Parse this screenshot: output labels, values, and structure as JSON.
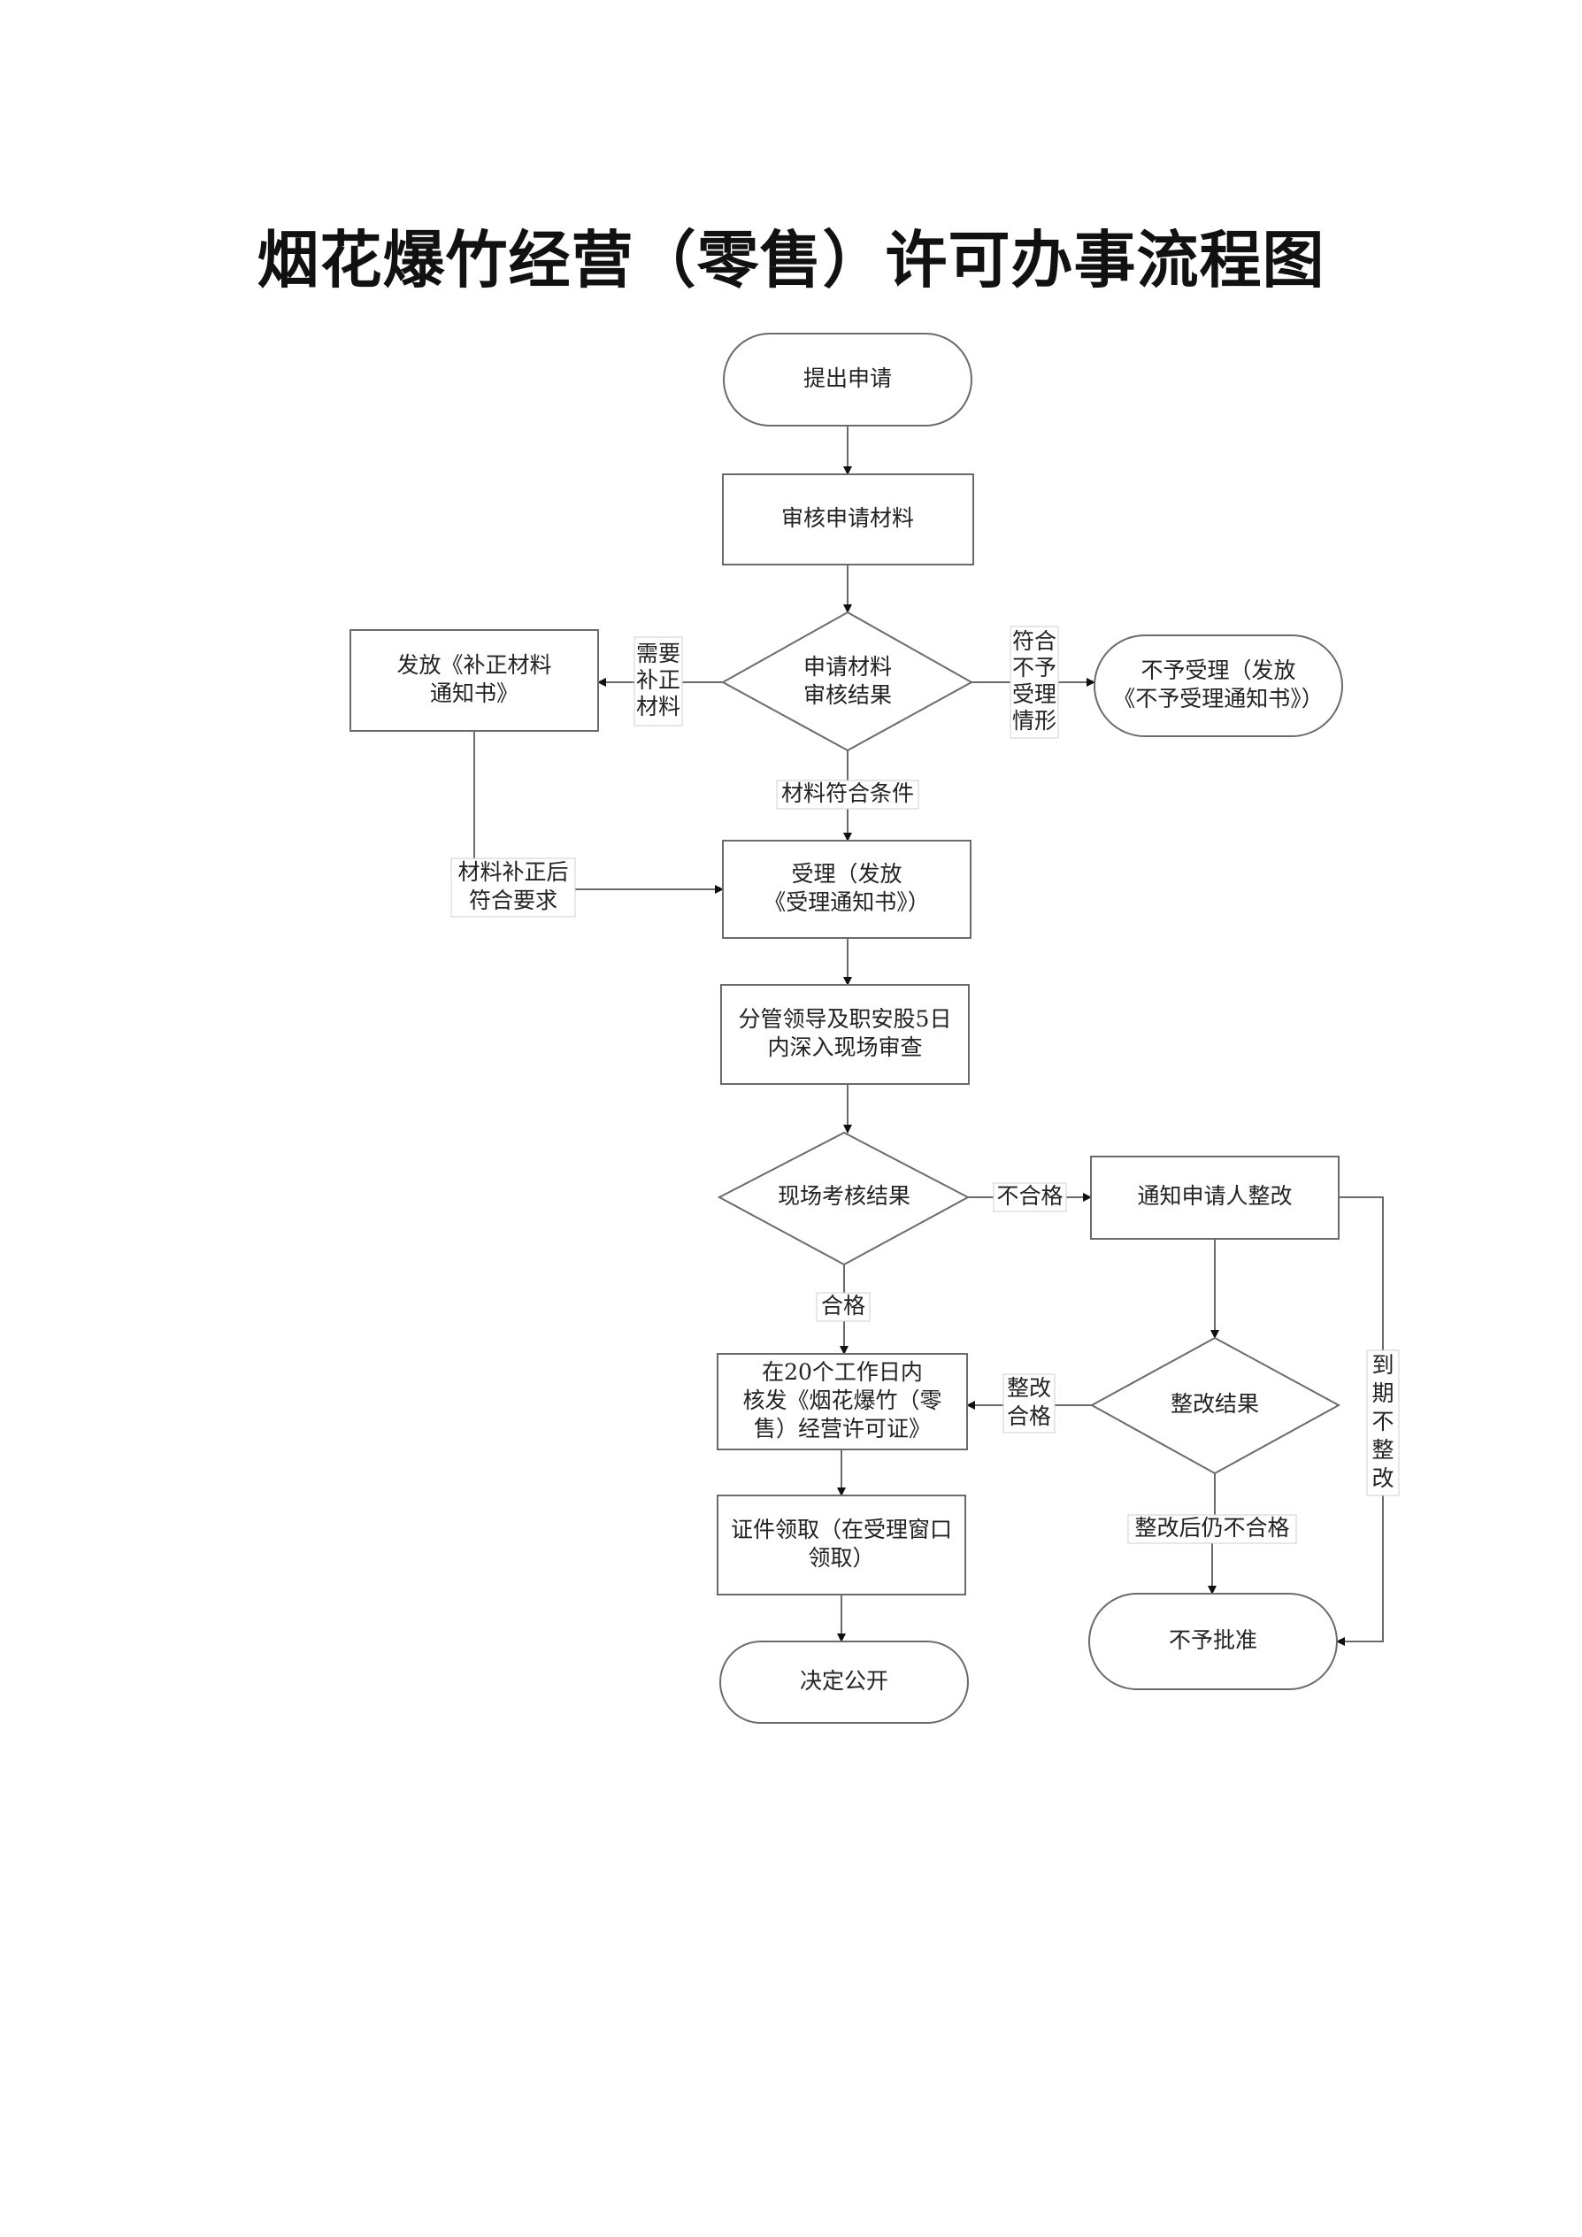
{
  "title": "烟花爆竹经营（零售）许可办事流程图",
  "nodes": {
    "apply": [
      "提出申请"
    ],
    "review_materials": [
      "审核申请材料"
    ],
    "review_result": [
      "申请材料",
      "审核结果"
    ],
    "issue_correction": [
      "发放《补正材料",
      "通知书》"
    ],
    "reject_accept": [
      "不予受理（发放",
      "《不予受理通知书》）"
    ],
    "accept": [
      "受理（发放",
      "《受理通知书》）"
    ],
    "site_inspection": [
      "分管领导及职安股5日",
      "内深入现场审查"
    ],
    "site_result": [
      "现场考核结果"
    ],
    "notify_rectify": [
      "通知申请人整改"
    ],
    "issue_license": [
      "在20个工作日内",
      "核发《烟花爆竹（零",
      "售）经营许可证》"
    ],
    "rectify_result": [
      "整改结果"
    ],
    "collect_license": [
      "证件领取（在受理窗口",
      "领取）"
    ],
    "not_approved": [
      "不予批准"
    ],
    "publish": [
      "决定公开"
    ]
  },
  "edge_labels": {
    "need_correction": [
      "需要",
      "补正",
      "材料"
    ],
    "meets_reject": [
      "符合",
      "不予",
      "受理",
      "情形"
    ],
    "materials_ok": [
      "材料符合条件"
    ],
    "corrected_ok": [
      "材料补正后",
      "符合要求"
    ],
    "unqualified": [
      "不合格"
    ],
    "qualified": [
      "合格"
    ],
    "rectified_ok": [
      "整改",
      "合格"
    ],
    "still_unqualified": [
      "整改后仍不合格"
    ],
    "deadline_unrectified": [
      "到",
      "期",
      "不",
      "整",
      "改"
    ]
  }
}
